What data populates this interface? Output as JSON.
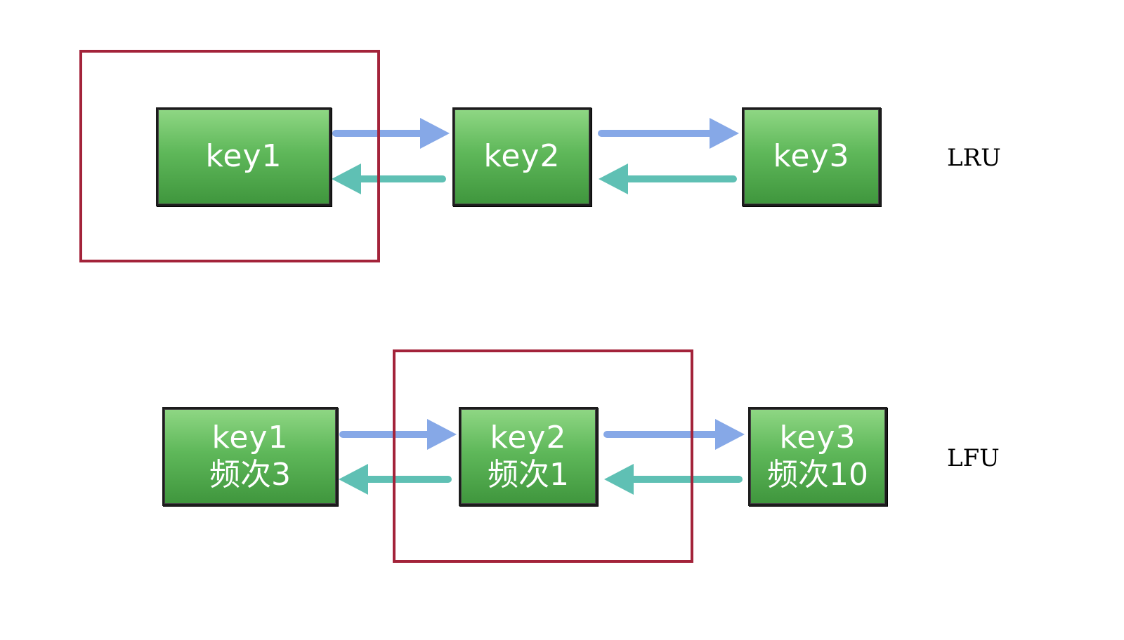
{
  "colors": {
    "node_fill_top": "#8fd784",
    "node_fill_bottom": "#3f963d",
    "node_border": "#1c1c1c",
    "forward_arrow": "#86a8e7",
    "backward_arrow": "#5fc0b4",
    "highlight_border": "#a3233a"
  },
  "lru": {
    "label": "LRU",
    "nodes": [
      {
        "key": "key1"
      },
      {
        "key": "key2"
      },
      {
        "key": "key3"
      }
    ],
    "highlighted_node": "key1"
  },
  "lfu": {
    "label": "LFU",
    "nodes": [
      {
        "key": "key1",
        "freq": "频次3"
      },
      {
        "key": "key2",
        "freq": "频次1"
      },
      {
        "key": "key3",
        "freq": "频次10"
      }
    ],
    "highlighted_node": "key2"
  }
}
